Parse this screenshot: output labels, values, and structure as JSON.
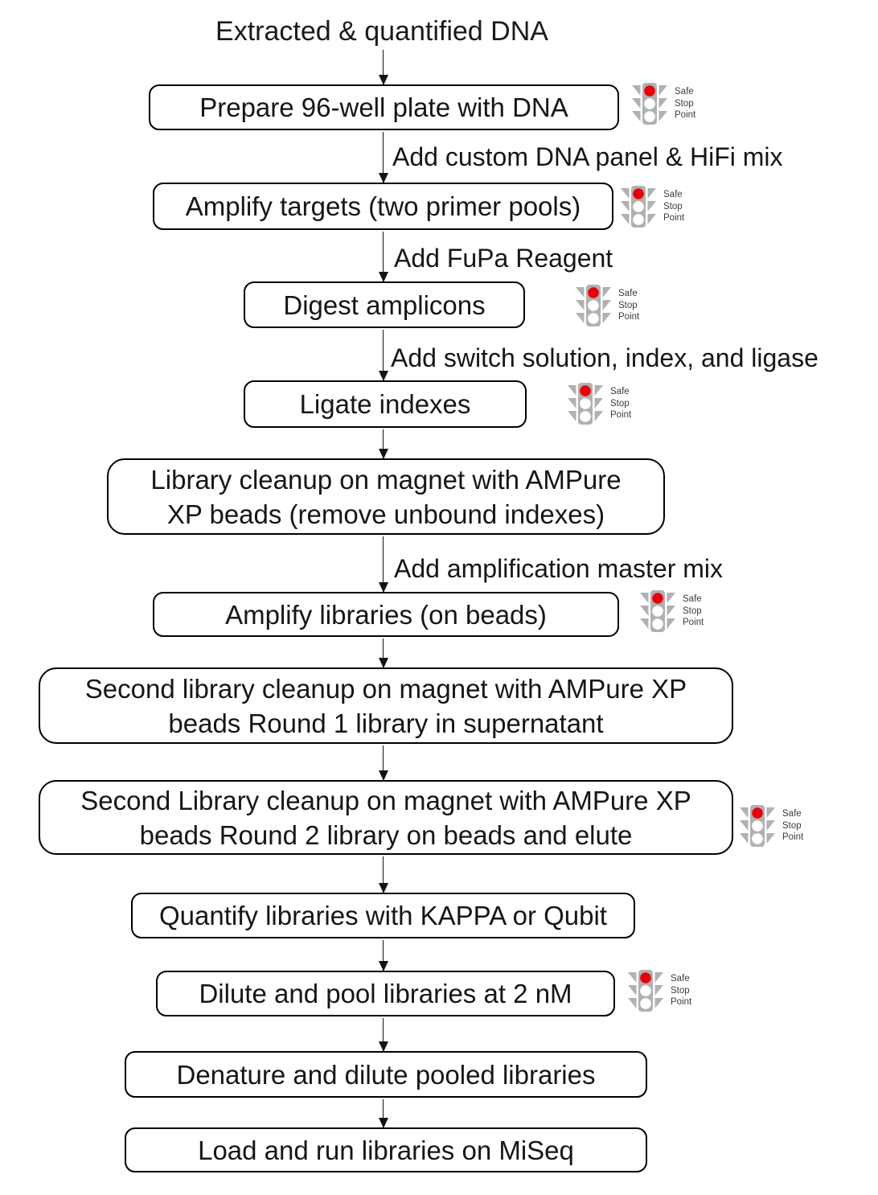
{
  "diagram": {
    "start_label": "Extracted & quantified DNA",
    "nodes": [
      {
        "label": "Prepare 96-well plate with DNA",
        "safe_stop_point": true
      },
      {
        "label": "Amplify targets (two primer pools)",
        "safe_stop_point": true
      },
      {
        "label": "Digest amplicons",
        "safe_stop_point": true
      },
      {
        "label": "Ligate indexes",
        "safe_stop_point": true
      },
      {
        "label": "Library cleanup on magnet with AMPure\nXP beads (remove unbound indexes)",
        "safe_stop_point": false
      },
      {
        "label": "Amplify libraries (on beads)",
        "safe_stop_point": true
      },
      {
        "label": "Second library cleanup on magnet with AMPure XP\nbeads Round 1 library in supernatant",
        "safe_stop_point": false
      },
      {
        "label": "Second Library cleanup on magnet with AMPure XP\nbeads Round 2 library on beads and elute",
        "safe_stop_point": true
      },
      {
        "label": "Quantify libraries with KAPPA or Qubit",
        "safe_stop_point": false
      },
      {
        "label": "Dilute and pool libraries at 2 nM",
        "safe_stop_point": true
      },
      {
        "label": "Denature and dilute pooled libraries",
        "safe_stop_point": false
      },
      {
        "label": "Load and run libraries on MiSeq",
        "safe_stop_point": false
      }
    ],
    "edge_labels": [
      "Add custom DNA panel & HiFi mix",
      "Add FuPa Reagent",
      "Add switch solution, index, and ligase",
      "Add amplification master mix"
    ],
    "safe_stop": {
      "safe": "Safe",
      "stop": "Stop",
      "point": "Point"
    }
  },
  "colors": {
    "signal_red": "#e8000b",
    "signal_gray": "#b1b1b1",
    "signal_off": "#ffffff",
    "box_border": "#000000",
    "background": "#ffffff"
  }
}
